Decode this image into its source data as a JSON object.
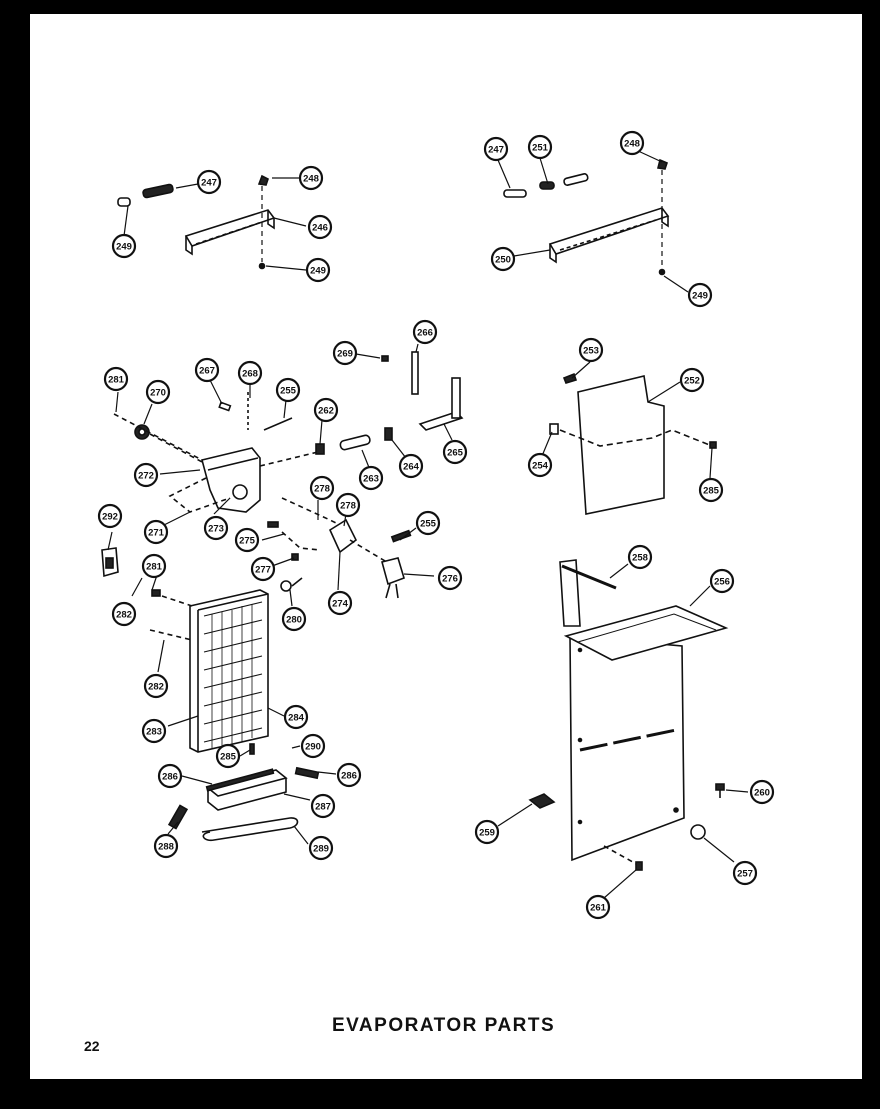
{
  "title": "EVAPORATOR PARTS",
  "page_number": "22",
  "callouts": [
    {
      "id": "c1",
      "label": "247"
    },
    {
      "id": "c2",
      "label": "248"
    },
    {
      "id": "c3",
      "label": "249"
    },
    {
      "id": "c4",
      "label": "246"
    },
    {
      "id": "c5",
      "label": "249"
    },
    {
      "id": "c6",
      "label": "247"
    },
    {
      "id": "c7",
      "label": "251"
    },
    {
      "id": "c8",
      "label": "248"
    },
    {
      "id": "c9",
      "label": "250"
    },
    {
      "id": "c10",
      "label": "249"
    },
    {
      "id": "c11",
      "label": "266"
    },
    {
      "id": "c12",
      "label": "269"
    },
    {
      "id": "c13",
      "label": "281"
    },
    {
      "id": "c14",
      "label": "270"
    },
    {
      "id": "c15",
      "label": "267"
    },
    {
      "id": "c16",
      "label": "268"
    },
    {
      "id": "c17",
      "label": "255"
    },
    {
      "id": "c18",
      "label": "262"
    },
    {
      "id": "c19",
      "label": "263"
    },
    {
      "id": "c20",
      "label": "264"
    },
    {
      "id": "c21",
      "label": "265"
    },
    {
      "id": "c22",
      "label": "272"
    },
    {
      "id": "c23",
      "label": "271"
    },
    {
      "id": "c24",
      "label": "273"
    },
    {
      "id": "c25",
      "label": "278"
    },
    {
      "id": "c26",
      "label": "278"
    },
    {
      "id": "c27",
      "label": "275"
    },
    {
      "id": "c28",
      "label": "255"
    },
    {
      "id": "c29",
      "label": "277"
    },
    {
      "id": "c30",
      "label": "276"
    },
    {
      "id": "c31",
      "label": "274"
    },
    {
      "id": "c32",
      "label": "292"
    },
    {
      "id": "c33",
      "label": "281"
    },
    {
      "id": "c34",
      "label": "282"
    },
    {
      "id": "c35",
      "label": "280"
    },
    {
      "id": "c36",
      "label": "282"
    },
    {
      "id": "c37",
      "label": "283"
    },
    {
      "id": "c38",
      "label": "284"
    },
    {
      "id": "c39",
      "label": "285"
    },
    {
      "id": "c40",
      "label": "290"
    },
    {
      "id": "c41",
      "label": "286"
    },
    {
      "id": "c42",
      "label": "286"
    },
    {
      "id": "c43",
      "label": "287"
    },
    {
      "id": "c44",
      "label": "288"
    },
    {
      "id": "c45",
      "label": "289"
    },
    {
      "id": "c46",
      "label": "253"
    },
    {
      "id": "c47",
      "label": "252"
    },
    {
      "id": "c48",
      "label": "254"
    },
    {
      "id": "c49",
      "label": "285"
    },
    {
      "id": "c50",
      "label": "258"
    },
    {
      "id": "c51",
      "label": "256"
    },
    {
      "id": "c52",
      "label": "260"
    },
    {
      "id": "c53",
      "label": "259"
    },
    {
      "id": "c54",
      "label": "257"
    },
    {
      "id": "c55",
      "label": "261"
    }
  ]
}
